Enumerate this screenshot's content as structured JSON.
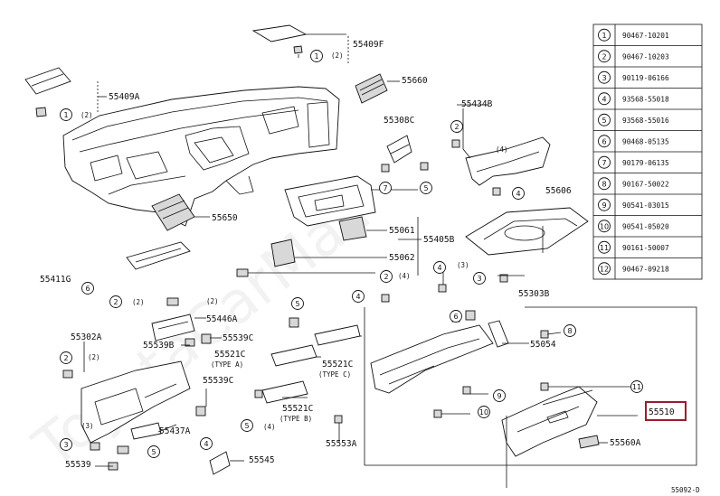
{
  "watermark": "ToyotaCarMall",
  "diagram_code": "55092-D",
  "highlighted_part": "55510",
  "part_labels": [
    {
      "id": "p55409F",
      "text": "55409F"
    },
    {
      "id": "p55660",
      "text": "55660"
    },
    {
      "id": "p55409A",
      "text": "55409A"
    },
    {
      "id": "p55434B",
      "text": "55434B"
    },
    {
      "id": "p55308C",
      "text": "55308C"
    },
    {
      "id": "p55606",
      "text": "55606"
    },
    {
      "id": "p55650",
      "text": "55650"
    },
    {
      "id": "p55061",
      "text": "55061"
    },
    {
      "id": "p55405B",
      "text": "55405B"
    },
    {
      "id": "p55062",
      "text": "55062"
    },
    {
      "id": "p55411G",
      "text": "55411G"
    },
    {
      "id": "p55303B",
      "text": "55303B"
    },
    {
      "id": "p55446A",
      "text": "55446A"
    },
    {
      "id": "p55302A",
      "text": "55302A"
    },
    {
      "id": "p55539C1",
      "text": "55539C"
    },
    {
      "id": "p55539B",
      "text": "55539B"
    },
    {
      "id": "p55521C_a",
      "text": "55521C"
    },
    {
      "id": "p55054",
      "text": "55054"
    },
    {
      "id": "p55539C2",
      "text": "55539C"
    },
    {
      "id": "p55521C_c",
      "text": "55521C"
    },
    {
      "id": "p55521C_b",
      "text": "55521C"
    },
    {
      "id": "p55437A",
      "text": "55437A"
    },
    {
      "id": "p55510",
      "text": "55510"
    },
    {
      "id": "p55553A",
      "text": "55553A"
    },
    {
      "id": "p55560A",
      "text": "55560A"
    },
    {
      "id": "p55539",
      "text": "55539"
    },
    {
      "id": "p55545",
      "text": "55545"
    }
  ],
  "type_notes": [
    {
      "id": "typeA",
      "text": "(TYPE A)"
    },
    {
      "id": "typeC",
      "text": "(TYPE C)"
    },
    {
      "id": "typeB",
      "text": "(TYPE B)"
    }
  ],
  "quantities": [
    {
      "id": "q1",
      "text": "(2)"
    },
    {
      "id": "q2",
      "text": "(2)"
    },
    {
      "id": "q3",
      "text": "(4)"
    },
    {
      "id": "q4",
      "text": "(4)"
    },
    {
      "id": "q5",
      "text": "(3)"
    },
    {
      "id": "q6",
      "text": "(2)"
    },
    {
      "id": "q7",
      "text": "(2)"
    },
    {
      "id": "q8",
      "text": "(3)"
    },
    {
      "id": "q9",
      "text": "(4)"
    },
    {
      "id": "q10",
      "text": "(2)"
    }
  ],
  "callouts": [
    "1",
    "2",
    "3",
    "4",
    "5",
    "6",
    "7",
    "8",
    "9",
    "10",
    "11",
    "12"
  ],
  "parts_table": [
    {
      "ref": "1",
      "part_no": "90467-10201"
    },
    {
      "ref": "2",
      "part_no": "90467-10203"
    },
    {
      "ref": "3",
      "part_no": "90119-06166"
    },
    {
      "ref": "4",
      "part_no": "93568-55018"
    },
    {
      "ref": "5",
      "part_no": "93568-55016"
    },
    {
      "ref": "6",
      "part_no": "90468-05135"
    },
    {
      "ref": "7",
      "part_no": "90179-06135"
    },
    {
      "ref": "8",
      "part_no": "90167-50022"
    },
    {
      "ref": "9",
      "part_no": "90541-03015"
    },
    {
      "ref": "10",
      "part_no": "90541-05020"
    },
    {
      "ref": "11",
      "part_no": "90161-50007"
    },
    {
      "ref": "12",
      "part_no": "90467-09218"
    }
  ]
}
